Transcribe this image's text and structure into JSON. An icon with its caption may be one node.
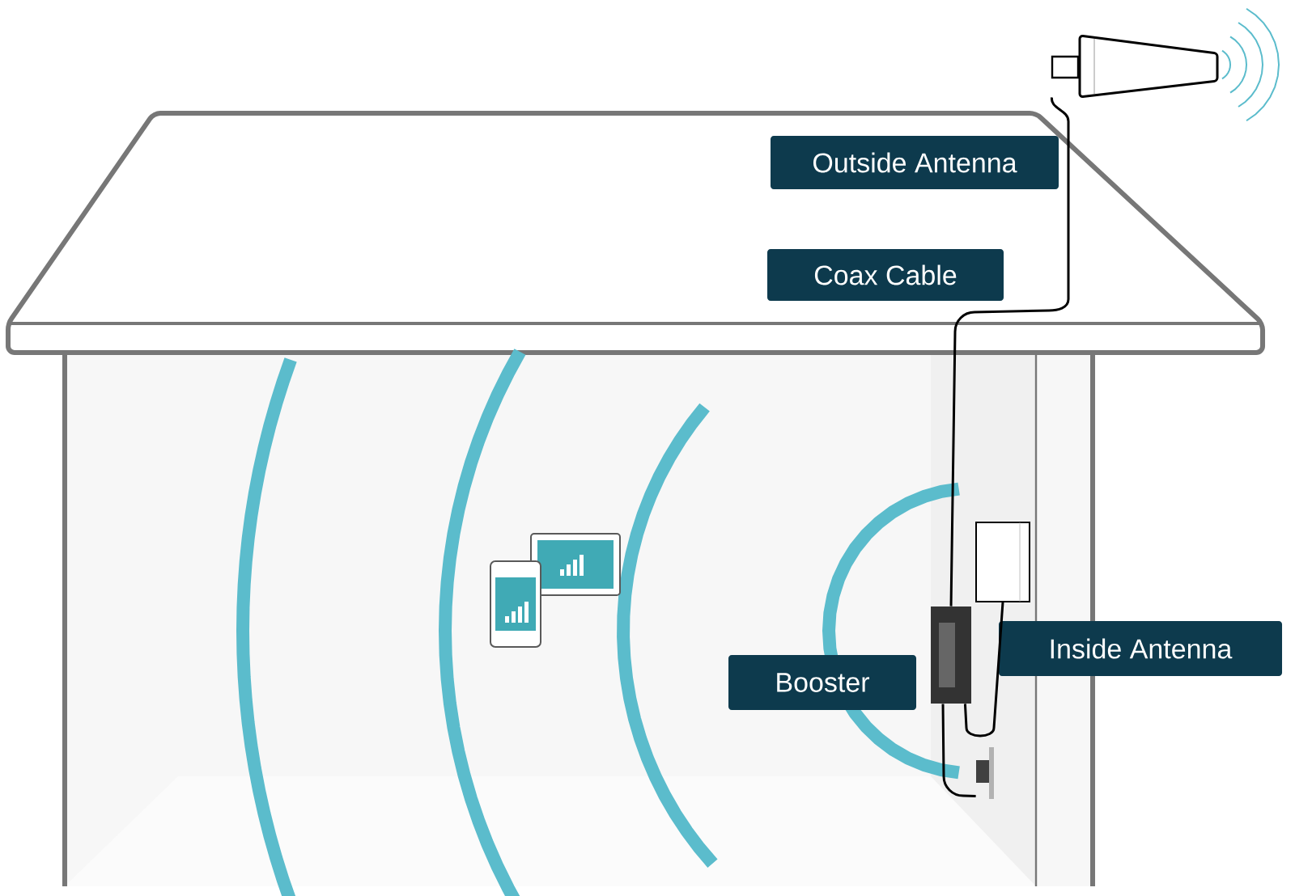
{
  "diagram": {
    "nodes": [
      {
        "text": [
          "Outside Antenna"
        ]
      },
      {
        "text": [
          "Coax Cable"
        ]
      },
      {
        "text": [
          "Booster"
        ]
      },
      {
        "text": [
          "Inside Antenna"
        ]
      },
      {
        "text": [],
        "shape": "picture"
      },
      {
        "text": [],
        "shape": "picture"
      },
      {
        "text": [],
        "shape": "picture"
      },
      {
        "text": [],
        "shape": "picture"
      }
    ],
    "edges": [
      {
        "from": 4,
        "to": 6,
        "arrow": "none"
      },
      {
        "from": 6,
        "to": 5,
        "arrow": "none"
      },
      {
        "from": 6,
        "to": 7,
        "arrow": "none"
      }
    ]
  }
}
